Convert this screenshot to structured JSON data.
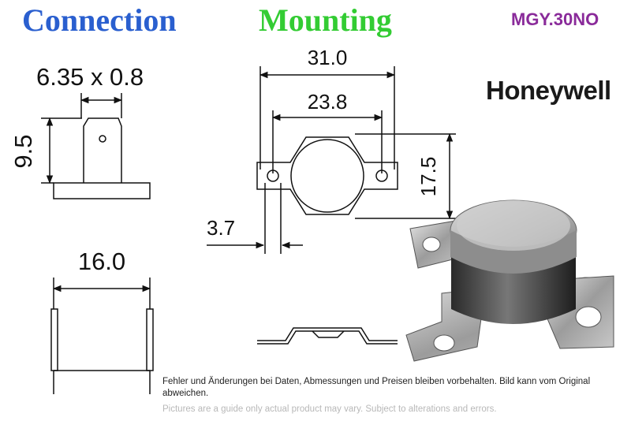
{
  "titles": {
    "connection": "Connection",
    "mounting": "Mounting"
  },
  "model": "MGY.30NO",
  "brand": "Honeywell",
  "dimensions": {
    "tab_size": "6.35 x 0.8",
    "tab_height": "9.5",
    "body_width": "16.0",
    "overall_length": "31.0",
    "hole_spacing": "23.8",
    "height": "17.5",
    "bracket_width": "3.7"
  },
  "disclaimer": {
    "de": "Fehler und Änderungen bei Daten, Abmessungen und Preisen bleiben vorbehalten. Bild kann vom Original abweichen.",
    "en": "Pictures are a guide only actual product may vary. Subject to alterations and errors."
  },
  "colors": {
    "connection_title": "#2a5fcf",
    "mounting_title": "#33cc33",
    "model": "#8a2b9a"
  }
}
